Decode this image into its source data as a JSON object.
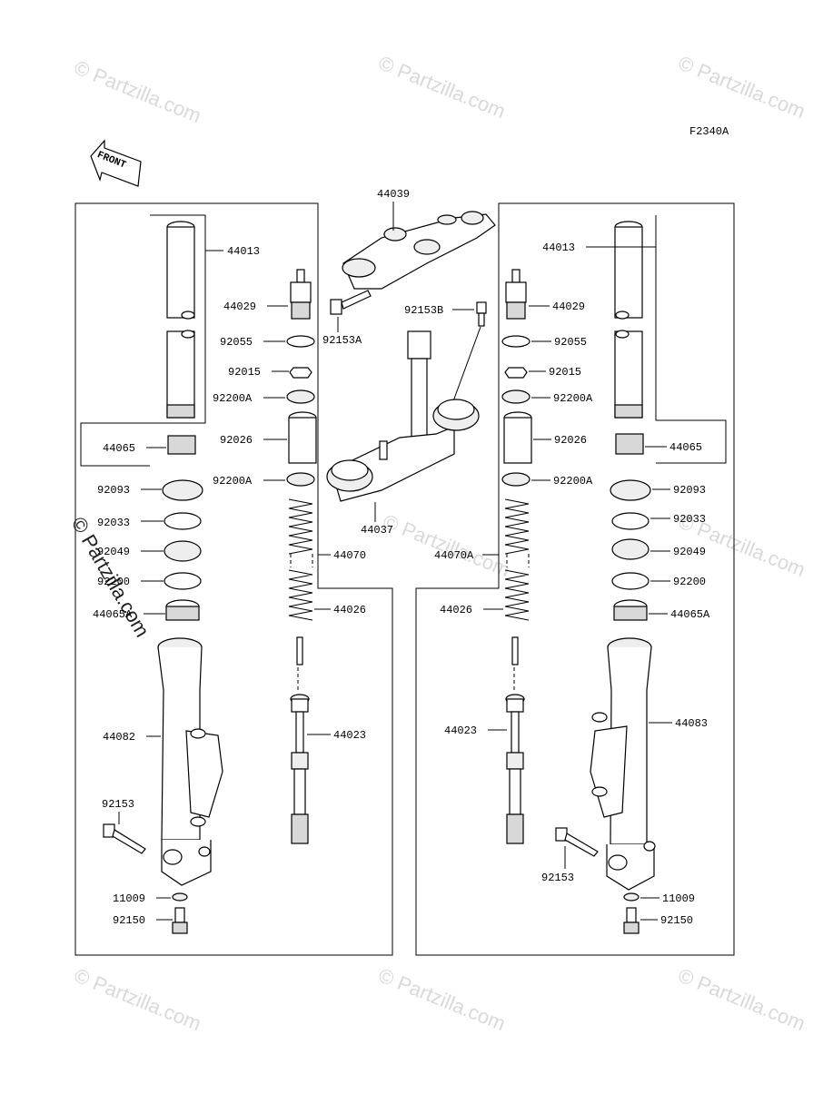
{
  "diagram": {
    "code": "F2340A",
    "front_label": "FRONT",
    "watermark": "© Partzilla.com",
    "parts": {
      "p44039": "44039",
      "p92153A": "92153A",
      "p92153B": "92153B",
      "p44037": "44037",
      "p44070": "44070",
      "p44070A": "44070A",
      "L_44013": "44013",
      "L_44029": "44029",
      "L_92055": "92055",
      "L_92015": "92015",
      "L_92200A_top": "92200A",
      "L_92026": "92026",
      "L_92200A_bot": "92200A",
      "L_44065": "44065",
      "L_92093": "92093",
      "L_92033": "92033",
      "L_92049": "92049",
      "L_92200": "92200",
      "L_44065A": "44065A",
      "L_44026": "44026",
      "L_44023": "44023",
      "L_44082": "44082",
      "L_92153": "92153",
      "L_11009": "11009",
      "L_92150": "92150",
      "R_44013": "44013",
      "R_44029": "44029",
      "R_92055": "92055",
      "R_92015": "92015",
      "R_92200A_top": "92200A",
      "R_92026": "92026",
      "R_92200A_bot": "92200A",
      "R_44065": "44065",
      "R_92093": "92093",
      "R_92033": "92033",
      "R_92049": "92049",
      "R_92200": "92200",
      "R_44065A": "44065A",
      "R_44026": "44026",
      "R_44023": "44023",
      "R_44083": "44083",
      "R_92153": "92153",
      "R_11009": "11009",
      "R_92150": "92150"
    }
  }
}
